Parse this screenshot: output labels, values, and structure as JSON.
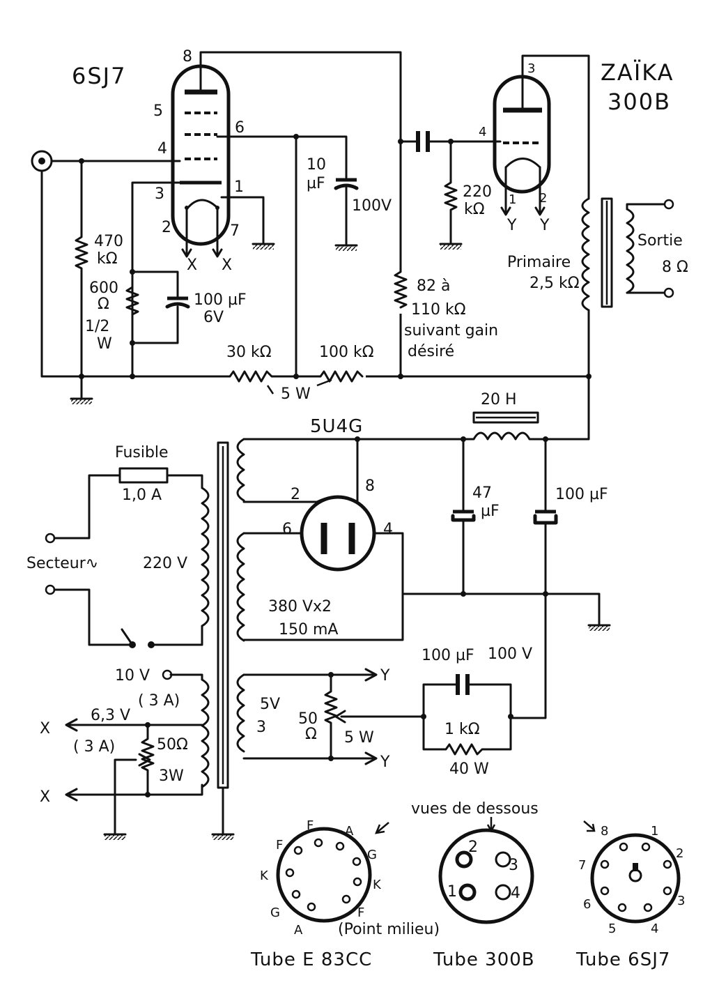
{
  "tubes": {
    "v1": "6SJ7",
    "v2_line1": "ZAÏKA",
    "v2_line2": "300B",
    "rect": "5U4G"
  },
  "pins": {
    "v1_8": "8",
    "v1_5": "5",
    "v1_6": "6",
    "v1_4": "4",
    "v1_3": "3",
    "v1_1": "1",
    "v1_2": "2",
    "v1_7": "7",
    "v2_3": "3",
    "v2_4": "4",
    "v2_1": "1",
    "v2_2": "2",
    "r_2": "2",
    "r_8": "8",
    "r_6": "6",
    "r_4": "4"
  },
  "heater_marks": {
    "x": "X",
    "y": "Y"
  },
  "components": {
    "r470_val": "470",
    "r470_unit": "kΩ",
    "r600_val": "600",
    "r600_unit": "Ω",
    "r600_w1": "1/2",
    "r600_w2": "W",
    "c100_val": "100 µF",
    "c100_v": "6V",
    "c10_val": "10",
    "c10_unit": "µF",
    "c10_v": "100V",
    "r220_val": "220",
    "r220_unit": "kΩ",
    "r82_l1": "82  à",
    "r82_l2": "110 kΩ",
    "r82_l3": "suivant gain",
    "r82_l4": "désiré",
    "r30": "30 kΩ",
    "r100k": "100 kΩ",
    "r5w": "5 W",
    "primaire_l1": "Primaire",
    "primaire_l2": "2,5 kΩ",
    "sortie": "Sortie",
    "sortie_z": "8 Ω",
    "choke": "20 H",
    "c47_val": "47",
    "c47_unit": "µF",
    "c100b": "100 µF",
    "fusible": "Fusible",
    "fusible_val": "1,0 A",
    "secteur": "Secteur∿",
    "v220": "220 V",
    "hv_l1": "380 Vx2",
    "hv_l2": "150 mA",
    "v10": "10 V",
    "a3a": "( 3 A)",
    "v63": "6,3 V",
    "a3b": "( 3 A)",
    "r50a": "50Ω",
    "r50a_w": "3W",
    "v5": "5V",
    "v5_pin": "3",
    "r50b_val": "50",
    "r50b_unit": "Ω",
    "r50b_w": "5 W",
    "cb_100": "100 µF",
    "cb_100v": "100 V",
    "r1k": "1 kΩ",
    "r1k_w": "40 W"
  },
  "bottom": {
    "header": "vues  de  dessous",
    "e83_name": "Tube  E 83CC",
    "b300_name": "Tube  300B",
    "s6_name": "Tube  6SJ7",
    "e83_pins": {
      "f1": "F",
      "f2": "F",
      "a1": "A",
      "g1": "G",
      "k1": "K",
      "k2": "K",
      "g2": "G",
      "a2": "A",
      "f3": "F"
    },
    "point_milieu": "(Point  milieu)",
    "b300_pins": {
      "p1": "1",
      "p2": "2",
      "p3": "3",
      "p4": "4"
    },
    "s6_pins": {
      "p1": "1",
      "p2": "2",
      "p3": "3",
      "p4": "4",
      "p5": "5",
      "p6": "6",
      "p7": "7",
      "p8": "8"
    }
  }
}
